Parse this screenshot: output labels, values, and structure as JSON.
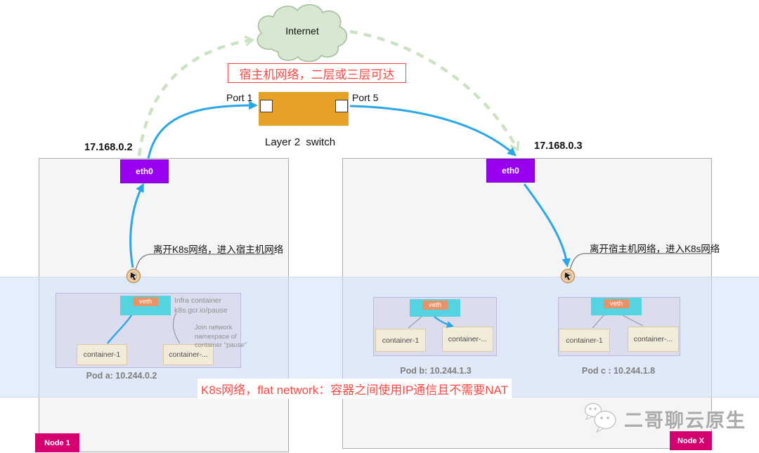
{
  "internet_label": "Internet",
  "host_net_note": "宿主机网络，二层或三层可达",
  "k8s_net_note": "K8s网络，flat network：容器之间使用IP通信且不需要NAT",
  "switch": {
    "label": "Layer 2  switch",
    "port1": "Port 1",
    "port5": "Port 5"
  },
  "left_node": {
    "ip": "17.168.0.2",
    "eth": "eth0",
    "badge": "Node 1",
    "leader_note": "离开K8s网络，进入宿主机网络"
  },
  "right_node": {
    "ip": "17.168.0.3",
    "eth": "eth0",
    "badge": "Node X",
    "leader_note": "离开宿主机网络，进入K8s网络"
  },
  "pod_a": {
    "label": "Pod a: 10.244.0.2",
    "veth": "veth",
    "container1": "container-1",
    "container2": "container-...",
    "infra_note_1": "Infra container",
    "infra_note_2": "k8s.gcr.io/pause",
    "join_note_1": "Join network",
    "join_note_2": "namespace of",
    "join_note_3": "container \"pause\""
  },
  "pod_b": {
    "label": "Pod b: 10.244.1.3",
    "veth": "veth",
    "container1": "container-1",
    "container2": "container-..."
  },
  "pod_c": {
    "label": "Pod c : 10.244.1.8",
    "veth": "veth",
    "container1": "container-1",
    "container2": "container-..."
  },
  "watermark": "二哥聊云原生",
  "colors": {
    "arrow_blue": "#2aa7e8",
    "dash_green": "#cbe3c0",
    "switch_orange": "#e7a126",
    "eth_purple": "#9900ef",
    "badge_magenta": "#d4006f",
    "veth_cyan": "#55d3e1",
    "veth_tag_orange": "#e8926a",
    "container_beige": "#f2ebda",
    "pod_lavender": "#dbdcee",
    "note_red": "#fb4642",
    "cloud_green": "#d7e7d1"
  }
}
